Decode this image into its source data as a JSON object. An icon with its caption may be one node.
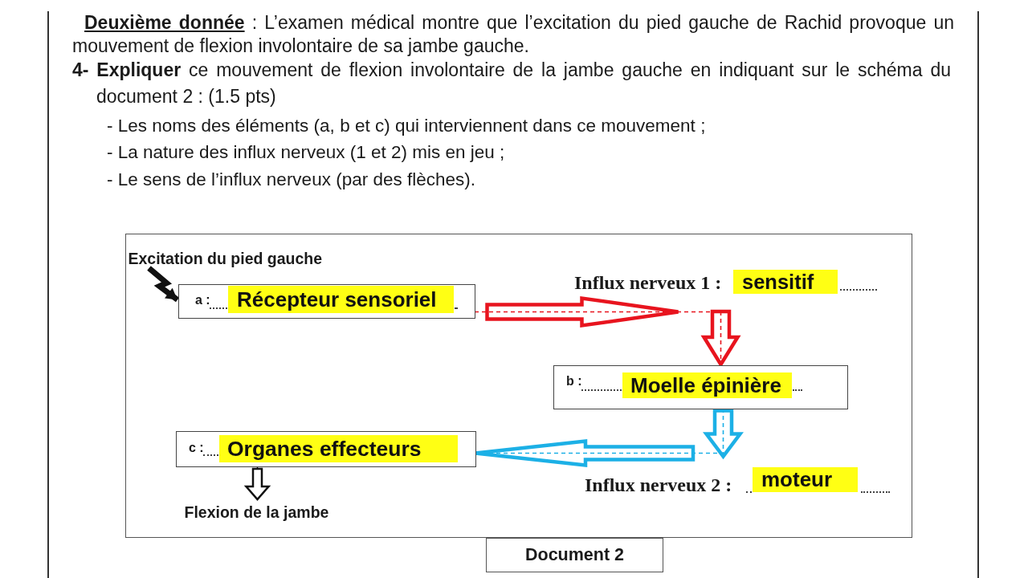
{
  "diagram": {
    "caption": "Document 2",
    "nodes": [
      {
        "text": [
          "Excitation du pied gauche"
        ]
      },
      {
        "text": [
          "a :",
          "Récepteur sensoriel"
        ]
      },
      {
        "text": [
          "b :",
          "Moelle épinière"
        ]
      },
      {
        "text": [
          "c :",
          "Organes effecteurs"
        ]
      },
      {
        "text": [
          "Flexion de la jambe"
        ]
      }
    ],
    "edges": [
      {
        "from": 0,
        "to": 1,
        "arrow": "to",
        "style": "thick"
      },
      {
        "from": 1,
        "to": 2,
        "arrow": "to",
        "style": "dashed",
        "color": "#e8141e"
      },
      {
        "from": 2,
        "to": 3,
        "arrow": "to",
        "style": "dashed",
        "color": "#1cb0e6"
      },
      {
        "from": 3,
        "to": 4,
        "arrow": "to"
      }
    ],
    "labels": [
      "**Deuxième donnée** : L’examen médical montre que l’excitation du pied gauche de Rachid provoque un mouvement de flexion involontaire de sa jambe gauche.",
      "**4- Expliquer** ce mouvement de flexion involontaire de la jambe gauche en indiquant sur le schéma du document 2 : (1.5 pts)",
      "- Les noms des éléments (a, b et c) qui interviennent dans ce mouvement ;",
      "- La nature des influx nerveux (1 et 2) mis en jeu ;",
      "- Le sens de l’influx nerveux (par des flèches).",
      "Influx nerveux 1 :",
      "sensitif",
      "Influx nerveux 2 :",
      "moteur"
    ]
  }
}
